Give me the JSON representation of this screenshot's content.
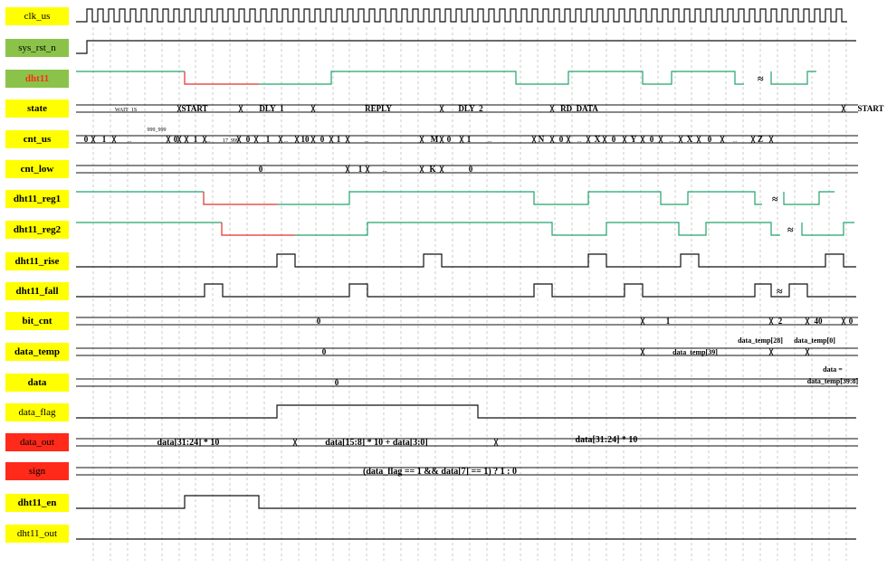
{
  "colors": {
    "yellow": "#ffff00",
    "green": "#8bc34a",
    "red": "#ff2a1a",
    "wave_green": "#22a36b",
    "wave_red": "#e0302a",
    "line": "#111111",
    "grid": "#aaaaaa"
  },
  "signals": [
    {
      "label": "clk_us",
      "bg": "yellow",
      "bold": false,
      "red_text": false
    },
    {
      "label": "sys_rst_n",
      "bg": "green",
      "bold": false,
      "red_text": false
    },
    {
      "label": "dht11",
      "bg": "green",
      "bold": true,
      "red_text": true
    },
    {
      "label": "state",
      "bg": "yellow",
      "bold": true,
      "red_text": false
    },
    {
      "label": "cnt_us",
      "bg": "yellow",
      "bold": true,
      "red_text": false
    },
    {
      "label": "cnt_low",
      "bg": "yellow",
      "bold": true,
      "red_text": false
    },
    {
      "label": "dht11_reg1",
      "bg": "yellow",
      "bold": true,
      "red_text": false
    },
    {
      "label": "dht11_reg2",
      "bg": "yellow",
      "bold": true,
      "red_text": false
    },
    {
      "label": "dht11_rise",
      "bg": "yellow",
      "bold": true,
      "red_text": false
    },
    {
      "label": "dht11_fall",
      "bg": "yellow",
      "bold": true,
      "red_text": false
    },
    {
      "label": "bit_cnt",
      "bg": "yellow",
      "bold": true,
      "red_text": false
    },
    {
      "label": "data_temp",
      "bg": "yellow",
      "bold": true,
      "red_text": false
    },
    {
      "label": "data",
      "bg": "yellow",
      "bold": true,
      "red_text": false
    },
    {
      "label": "data_flag",
      "bg": "yellow",
      "bold": false,
      "red_text": false
    },
    {
      "label": "data_out",
      "bg": "red",
      "bold": false,
      "red_text": false
    },
    {
      "label": "sign",
      "bg": "red",
      "bold": false,
      "red_text": false
    },
    {
      "label": "dht11_en",
      "bg": "yellow",
      "bold": true,
      "red_text": false
    },
    {
      "label": "dht11_out",
      "bg": "yellow",
      "bold": false,
      "red_text": false
    }
  ],
  "state_values": [
    "WAIT_1S",
    "START",
    "DLY_1",
    "REPLY",
    "DLY_2",
    "RD_DATA",
    "START"
  ],
  "cnt_us_values": [
    "0",
    "1",
    "...",
    "999_999",
    "0",
    "1",
    "...",
    "17_999",
    "0",
    "1",
    "...",
    "10",
    "0",
    "1",
    "...",
    "M",
    "0",
    "1",
    "...",
    "N",
    "0",
    "...",
    "X",
    "0",
    "Y",
    "0",
    "...",
    "X",
    "0",
    "...",
    "Z"
  ],
  "cnt_low_values": [
    "0",
    "1",
    "...",
    "K",
    "0"
  ],
  "bit_cnt_values": [
    "0",
    "1",
    "2",
    "40",
    "0"
  ],
  "data_temp_values": [
    "0",
    "data_temp[39]",
    "data_temp[28]",
    "data_temp[0]"
  ],
  "data_values": [
    "0",
    "data =",
    "data_temp[39:8]"
  ],
  "data_out_values": [
    "data[31:24] * 10",
    "data[15:8] * 10 + data[3:0]",
    "data[31:24] * 10"
  ],
  "sign_value": "(data_flag == 1 && data[7] == 1) ? 1 : 0",
  "break_mark": "≈"
}
